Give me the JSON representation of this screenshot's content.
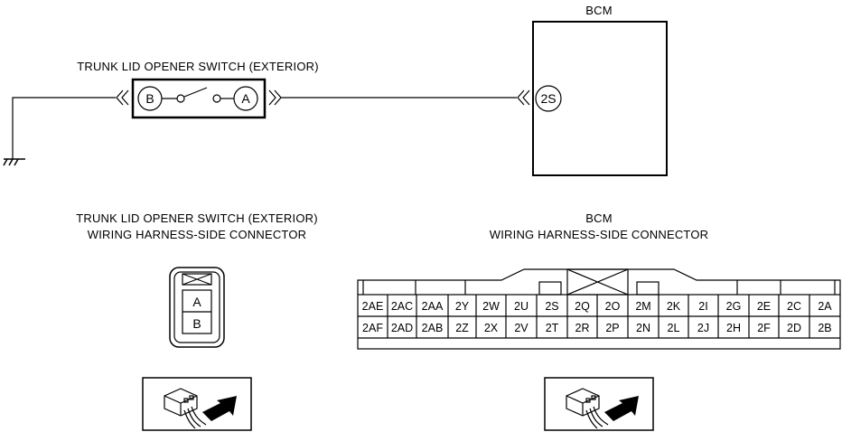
{
  "labels": {
    "bcm": "BCM",
    "switch_title": "TRUNK LID OPENER SWITCH (EXTERIOR)",
    "switch_conn_title1": "TRUNK LID OPENER SWITCH (EXTERIOR)",
    "switch_conn_title2": "WIRING HARNESS-SIDE CONNECTOR",
    "bcm_conn_title1": "BCM",
    "bcm_conn_title2": "WIRING HARNESS-SIDE CONNECTOR"
  },
  "switch_terminals": {
    "left": "B",
    "right": "A"
  },
  "bcm_terminal": "2S",
  "switch_connector_pins": [
    "A",
    "B"
  ],
  "bcm_connector": {
    "row1": [
      "2AE",
      "2AC",
      "2AA",
      "2Y",
      "2W",
      "2U",
      "2S",
      "2Q",
      "2O",
      "2M",
      "2K",
      "2I",
      "2G",
      "2E",
      "2C",
      "2A"
    ],
    "row2": [
      "2AF",
      "2AD",
      "2AB",
      "2Z",
      "2X",
      "2V",
      "2T",
      "2R",
      "2P",
      "2N",
      "2L",
      "2J",
      "2H",
      "2F",
      "2D",
      "2B"
    ]
  }
}
